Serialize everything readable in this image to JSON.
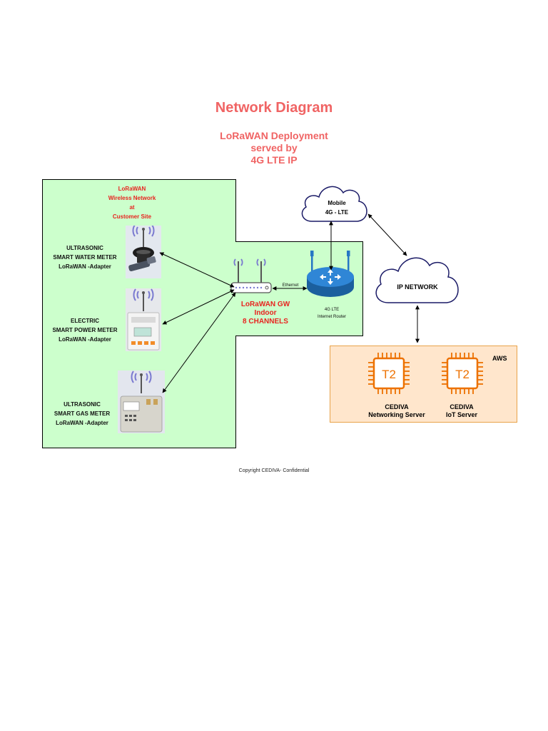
{
  "diagram": {
    "title": "Network  Diagram",
    "subtitle": [
      "LoRaWAN Deployment",
      "served by",
      "4G LTE IP"
    ],
    "site": {
      "heading": [
        "LoRaWAN",
        "Wireless Network",
        "at",
        "Customer Site"
      ],
      "meters": [
        {
          "lines": [
            "ULTRASONIC",
            "SMART WATER METER",
            "LoRaWAN -Adapter"
          ],
          "icon": "water-meter-icon"
        },
        {
          "lines": [
            "ELECTRIC",
            "SMART POWER METER",
            "LoRaWAN -Adapter"
          ],
          "icon": "power-meter-icon"
        },
        {
          "lines": [
            "ULTRASONIC",
            "SMART GAS METER",
            "LoRaWAN -Adapter"
          ],
          "icon": "gas-meter-icon"
        }
      ]
    },
    "gateway": {
      "lines": [
        "LoRaWAN GW",
        "Indoor",
        "8 CHANNELS"
      ],
      "link_label": "Ethernet",
      "router_lines": [
        "4G LTE",
        "Internet Router"
      ]
    },
    "mobile_cloud": [
      "Mobile",
      "4G - LTE"
    ],
    "ip_cloud": "IP NETWORK",
    "aws": {
      "label": "AWS",
      "chip_text": "T2",
      "servers": [
        {
          "lines": [
            "CEDIVA",
            "Networking Server"
          ]
        },
        {
          "lines": [
            "CEDIVA",
            "IoT  Server"
          ]
        }
      ]
    },
    "copyright": "Copyright CEDIVA- Confidential",
    "colors": {
      "title": "#f06464",
      "site_bg": "#ccffcc",
      "aws_bg": "#ffe6cc",
      "aws_border": "#e8a34a",
      "chip": "#ed7100",
      "cloud_stroke": "#1a1a66",
      "router": "#2677c4"
    }
  }
}
